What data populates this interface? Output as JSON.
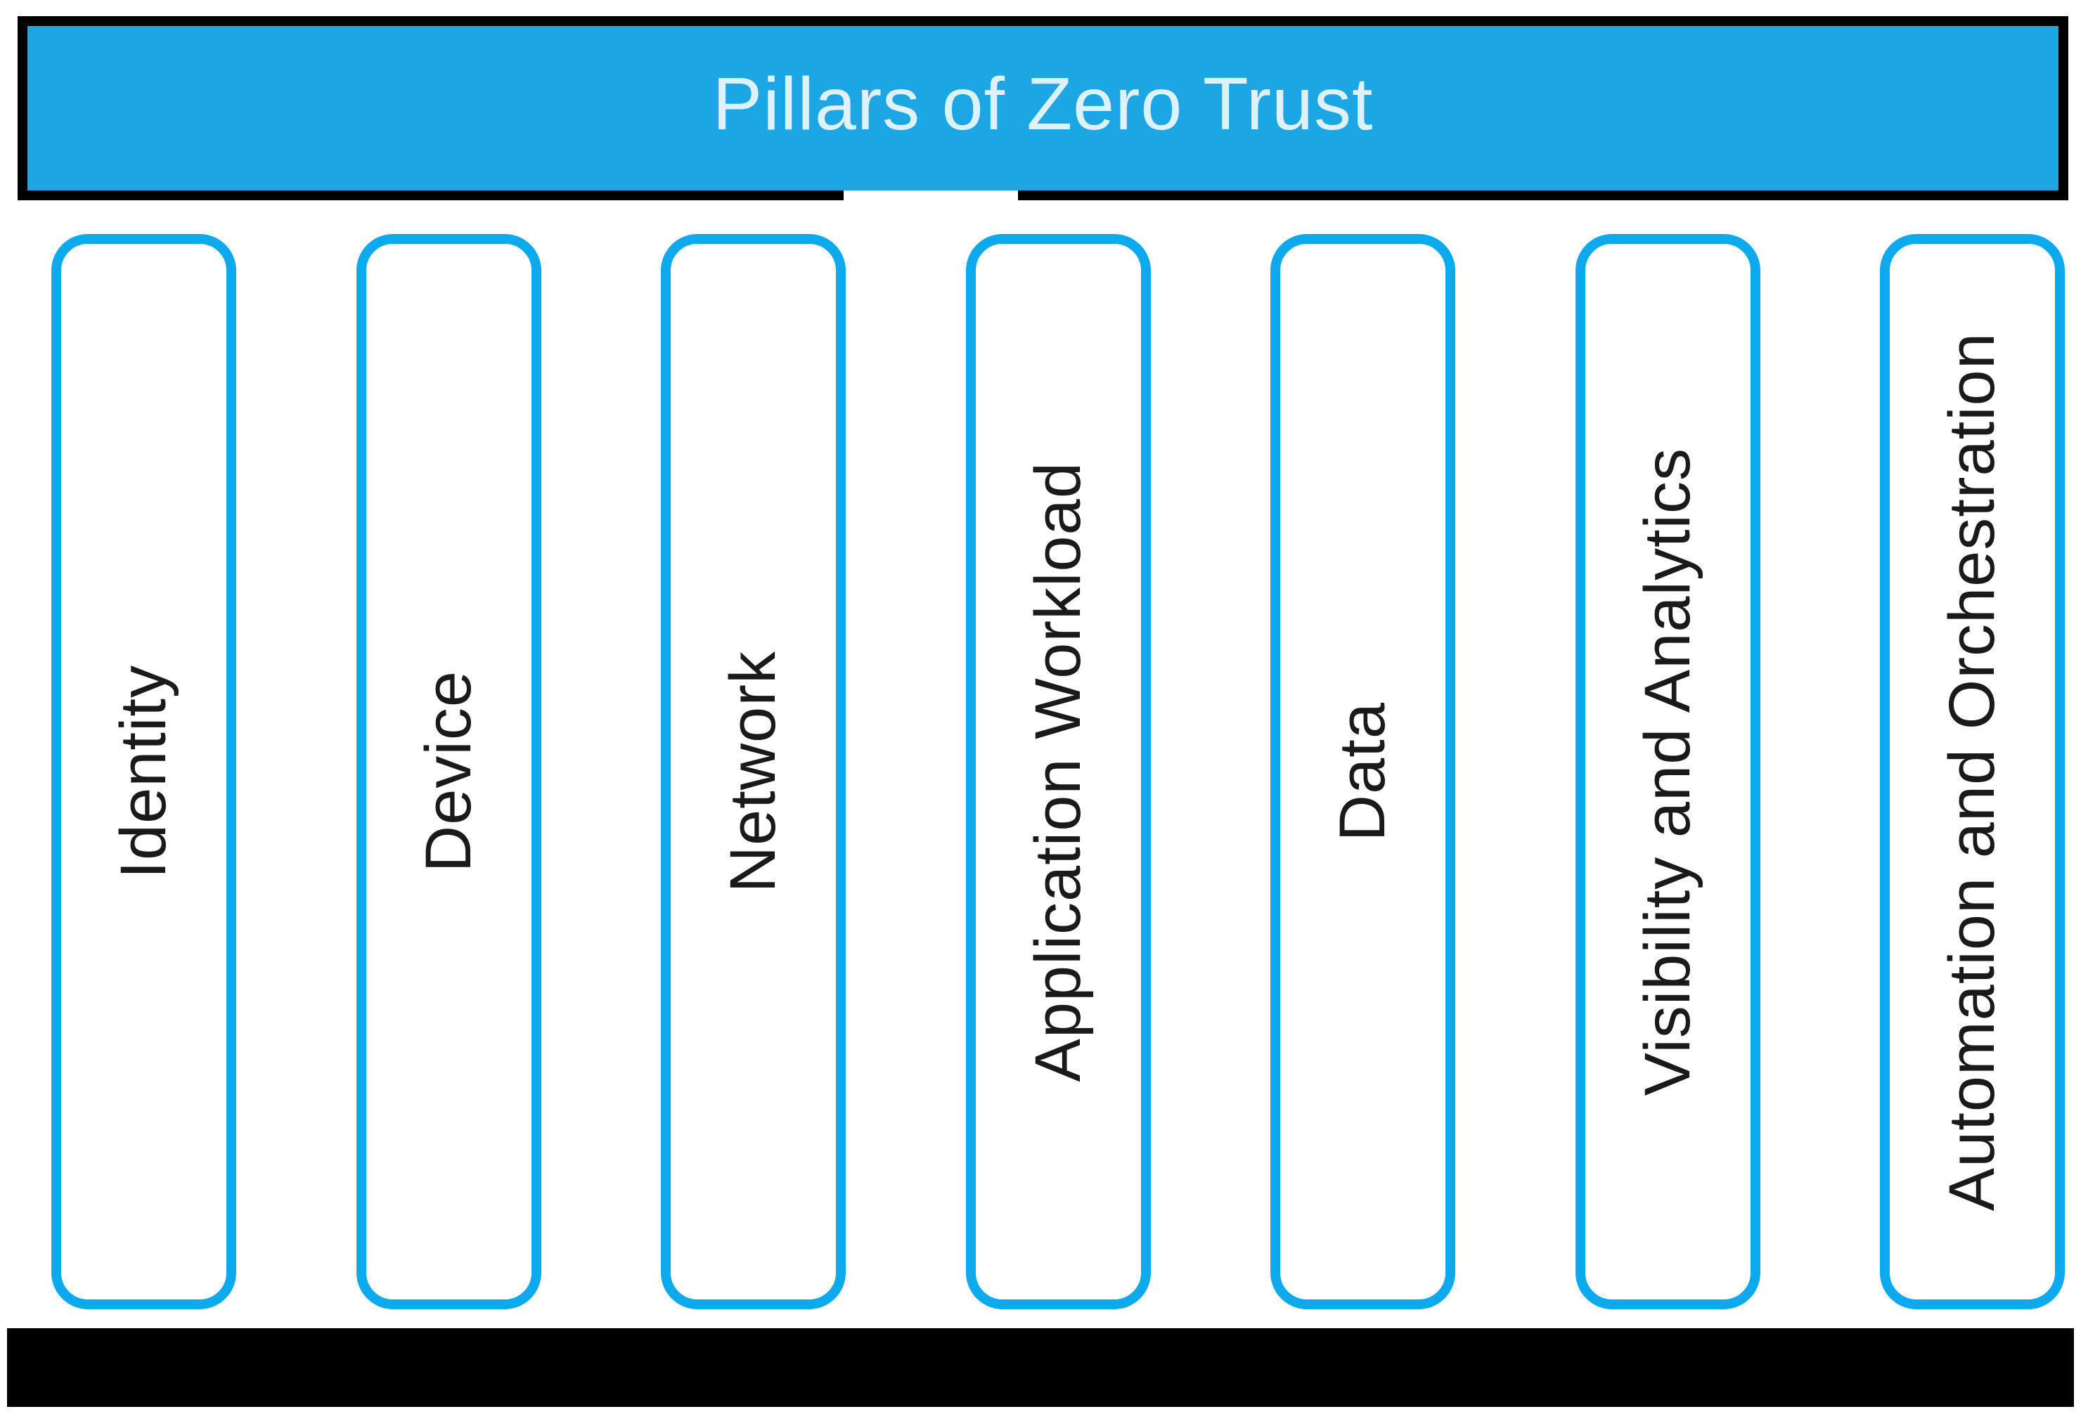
{
  "header": {
    "title": "Pillars of Zero Trust"
  },
  "pillars": [
    {
      "label": "Identity"
    },
    {
      "label": "Device"
    },
    {
      "label": "Network"
    },
    {
      "label": "Application Workload"
    },
    {
      "label": "Data"
    },
    {
      "label": "Visibility and Analytics"
    },
    {
      "label": "Automation and Orchestration"
    }
  ],
  "colors": {
    "banner_fill": "#1CA6E4",
    "banner_border": "#000000",
    "banner_title_text": "#DDF2FB",
    "pillar_border": "#0CA9EC",
    "pillar_fill": "#FFFFFF",
    "pillar_label_text": "#1A1A1A",
    "bottom_bar": "#000000",
    "background": "#FFFFFF"
  }
}
